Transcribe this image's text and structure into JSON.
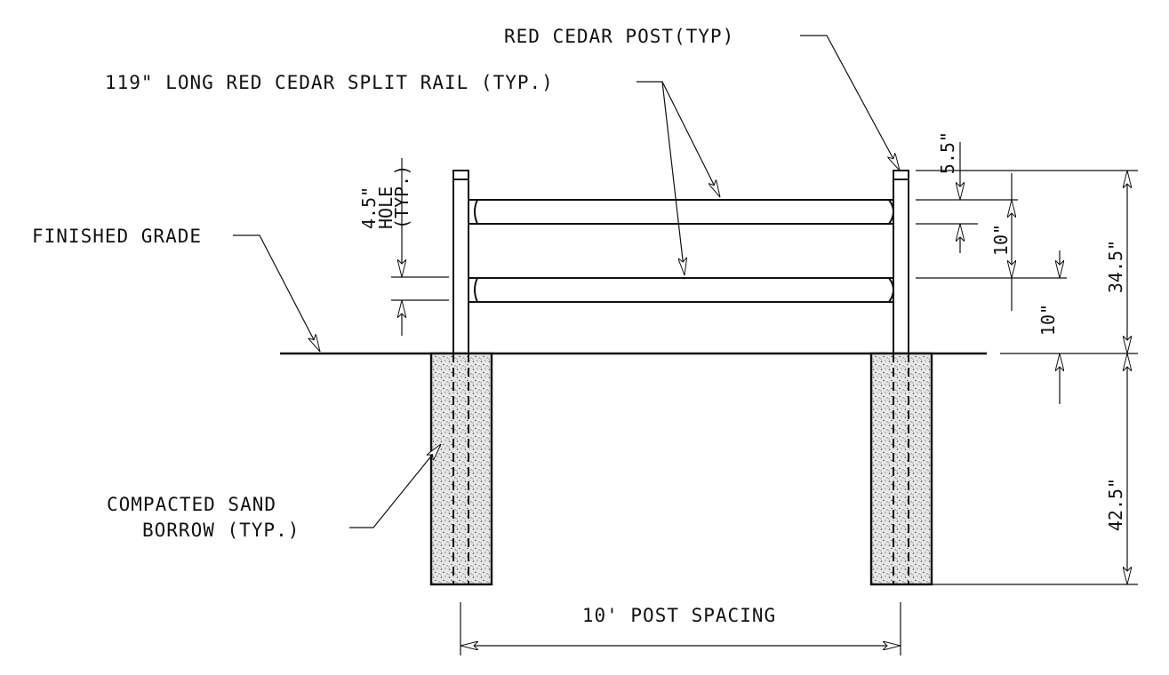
{
  "labels": {
    "red_cedar_post": "RED CEDAR POST(TYP)",
    "split_rail": "119\" LONG RED CEDAR SPLIT RAIL (TYP.)",
    "finished_grade": "FINISHED GRADE",
    "hole_size": "4.5\"",
    "hole_word": "HOLE",
    "hole_typ": "(TYP.)",
    "sand_line1": "COMPACTED SAND",
    "sand_line2": "BORROW (TYP.)",
    "post_spacing": "10' POST SPACING"
  },
  "dimensions": {
    "post_cap": "5.5\"",
    "rail_spacing": "10\"",
    "bottom_rail_height": "10\"",
    "above_grade": "34.5\"",
    "below_grade": "42.5\""
  }
}
